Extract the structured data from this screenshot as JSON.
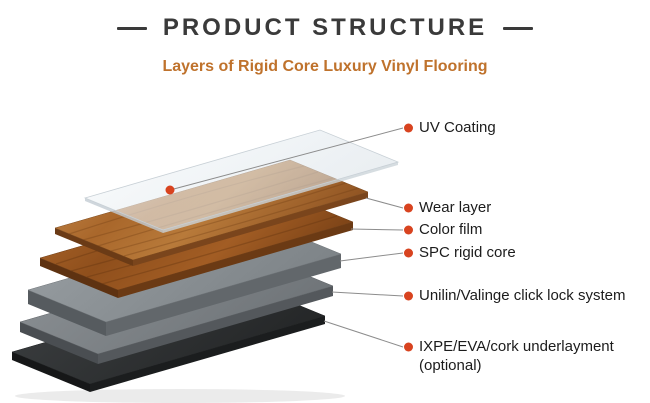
{
  "colors": {
    "accent": "#d8431f",
    "title": "#3a3a3a",
    "subtitle": "#bf722c",
    "leader_line": "#8c8c8c",
    "label_text": "#1c1c1c"
  },
  "header": {
    "title": "PRODUCT STRUCTURE",
    "subtitle": "Layers of Rigid Core Luxury Vinyl Flooring"
  },
  "diagram": {
    "labels": [
      {
        "id": "uv-coating",
        "text": "UV Coating"
      },
      {
        "id": "wear-layer",
        "text": "Wear layer"
      },
      {
        "id": "color-film",
        "text": "Color film"
      },
      {
        "id": "spc-rigid-core",
        "text": "SPC rigid core"
      },
      {
        "id": "click-lock",
        "text": "Unilin/Valinge click lock system"
      },
      {
        "id": "underlayment",
        "text": "IXPE/EVA/cork underlayment",
        "text2": "(optional)"
      }
    ]
  }
}
